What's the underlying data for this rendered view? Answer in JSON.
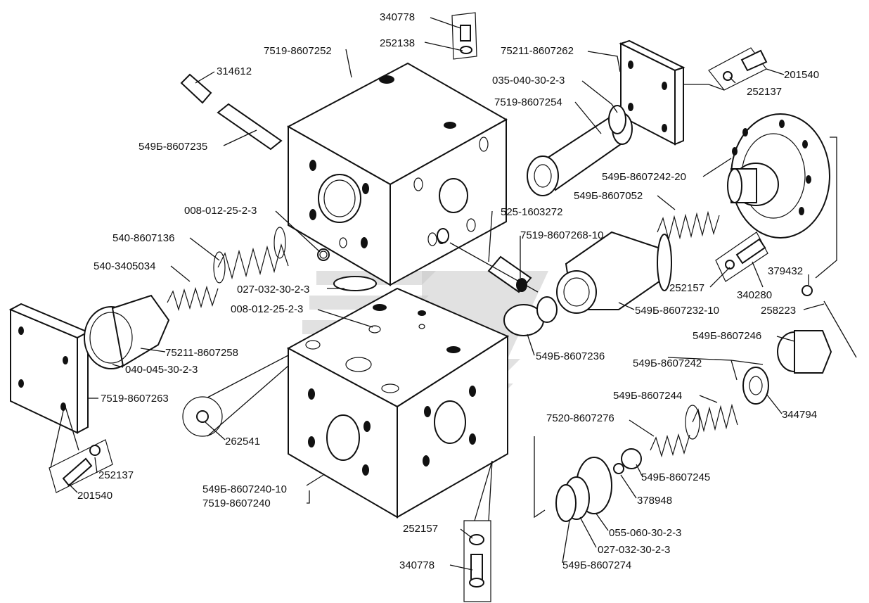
{
  "labels": {
    "l01": "340778",
    "l02": "252138",
    "l03": "7519-8607252",
    "l04": "314612",
    "l05": "549Б-8607235",
    "l06": "75211-8607262",
    "l07": "201540",
    "l08": "252137",
    "l09": "035-040-30-2-3",
    "l10": "7519-8607254",
    "l11": "549Б-8607242-20",
    "l12": "549Б-8607052",
    "l13": "525-1603272",
    "l14": "7519-8607268-10",
    "l15": "008-012-25-2-3",
    "l16": "540-8607136",
    "l17": "540-3405034",
    "l18": "027-032-30-2-3",
    "l19": "008-012-25-2-3",
    "l20": "252157",
    "l21": "379432",
    "l22": "340280",
    "l23": "549Б-8607232-10",
    "l24": "258223",
    "l25": "75211-8607258",
    "l26": "040-045-30-2-3",
    "l27": "549Б-8607236",
    "l28": "549Б-8607246",
    "l29": "549Б-8607242",
    "l30": "7519-8607263",
    "l31": "549Б-8607244",
    "l32": "344794",
    "l33": "7520-8607276",
    "l34": "262541",
    "l35": "549Б-8607245",
    "l36": "252137",
    "l37": "378948",
    "l38": "201540",
    "l39": "549Б-8607240-10",
    "l40": "7519-8607240",
    "l41": "055-060-30-2-3",
    "l42": "252157",
    "l43": "027-032-30-2-3",
    "l44": "340778",
    "l45": "549Б-8607274"
  }
}
